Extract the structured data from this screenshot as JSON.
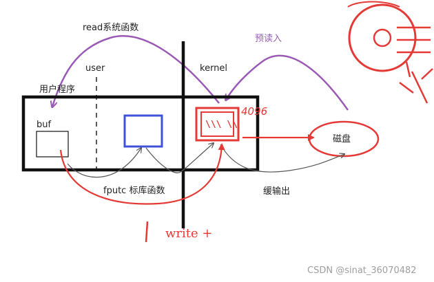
{
  "labels": {
    "read_syscall": "read系统函数",
    "user": "user",
    "kernel": "kernel",
    "user_program": "用户程序",
    "buf": "buf",
    "prefetch": "预读入",
    "kernel_buffer_number": "4096",
    "kernel_buffer_text": "\\\\\\ \\\\",
    "disk": "磁盘",
    "fputc": "fputc 标库函数",
    "buffered_output": "缓输出",
    "write": "write +",
    "watermark": "CSDN @sinat_36070482"
  },
  "colors": {
    "purple": "#9b59b6",
    "red": "#e53935",
    "blue": "#3f51d8",
    "black": "#111111",
    "gray_line": "#666666"
  }
}
